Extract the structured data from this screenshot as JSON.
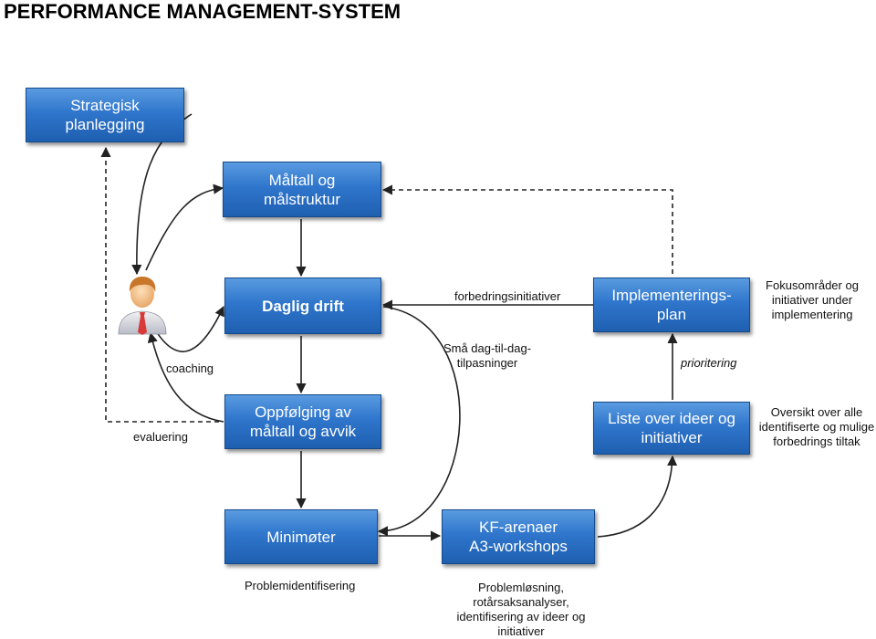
{
  "title": "PERFORMANCE MANAGEMENT-SYSTEM",
  "colors": {
    "box_top": "#5a9be0",
    "box_bottom": "#1f5fb0",
    "box_border": "#154a8c",
    "arrow": "#222222"
  },
  "boxes": {
    "strategic": "Strategisk\nplanlegging",
    "metrics": "Måltall og\nmålstruktur",
    "daily": "Daglig drift",
    "implementation": "Implementerings-\nplan",
    "followup": "Oppfølging av\nmåltall og avvik",
    "ideas": "Liste over ideer og\ninitiativer",
    "mini": "Minimøter",
    "kf": "KF-arenaer\nA3-workshops"
  },
  "labels": {
    "forbedring": "forbedringsinitiativer",
    "fokus": "Fokusområder og\ninitiativer under\nimplementering",
    "coaching": "coaching",
    "smaa": "Små dag-til-dag-\ntilpasninger",
    "prioritering": "prioritering",
    "evaluering": "evaluering",
    "oversikt": "Oversikt over alle\nidentifiserte og mulige\nforbedrings tiltak",
    "problemid": "Problemidentifisering",
    "problemlos": "Problemløsning,\nrotårsaksanalyser,\nidentifisering av ideer og\ninitiativer"
  },
  "icons": {
    "person": "person-icon"
  }
}
